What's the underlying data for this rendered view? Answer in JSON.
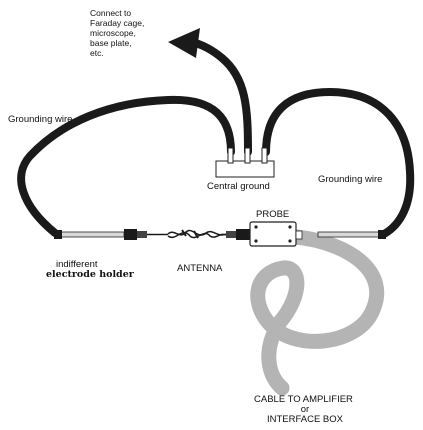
{
  "labels": {
    "connect_line1": "Connect to",
    "connect_line2": "Faraday cage,",
    "connect_line3": "microscope,",
    "connect_line4": "base plate,",
    "connect_line5": "etc.",
    "grounding_wire_left": "Grounding wire",
    "grounding_wire_right": "Grounding wire",
    "central_ground": "Central ground",
    "probe": "PROBE",
    "indifferent": "indifferent",
    "electrode_holder": "electrode holder",
    "antenna": "ANTENNA",
    "cable_line1": "CABLE TO AMPLIFIER",
    "cable_line2": "or",
    "cable_line3": "INTERFACE BOX"
  },
  "colors": {
    "wire": "#1a1a1a",
    "cable": "#b4b4b4",
    "rod": "#d8d8d8",
    "outline": "#222222"
  }
}
